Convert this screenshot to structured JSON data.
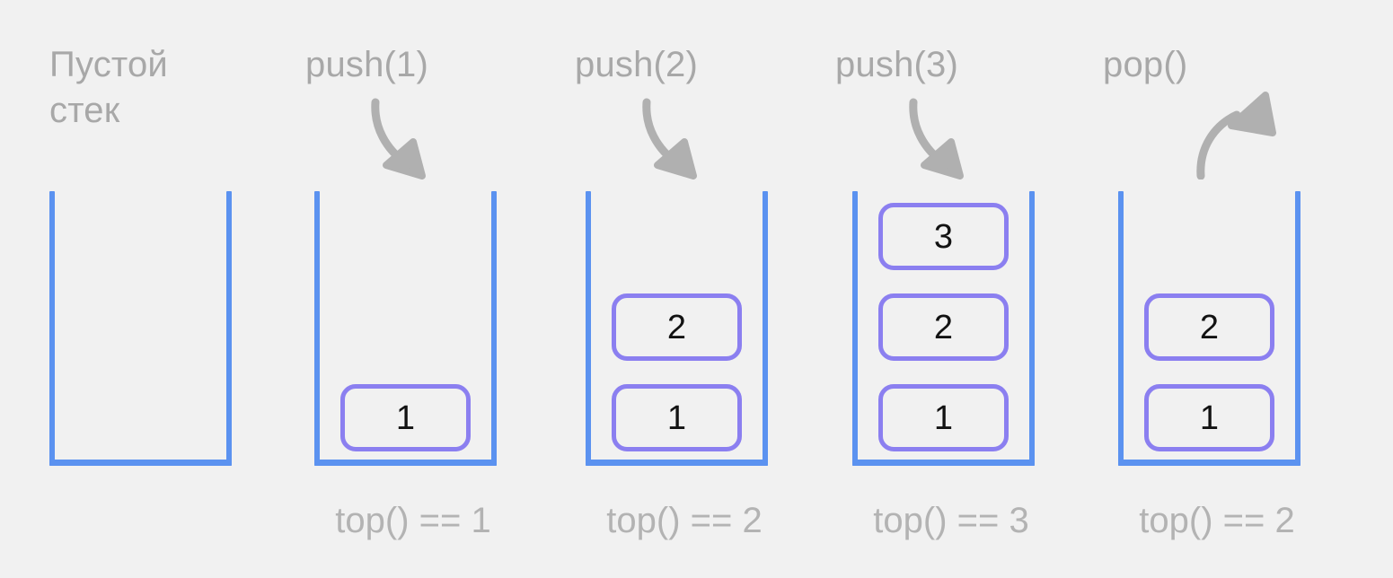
{
  "background_color": "#f1f1f1",
  "colors": {
    "container_border": "#5b92f0",
    "item_border": "#8b7ff0",
    "item_text": "#121212",
    "label_text": "#a8a8a8",
    "caption_text": "#b3b3b3",
    "arrow": "#b0b0b0"
  },
  "columns": [
    {
      "id": "empty-stack",
      "label": "Пустой\nстек",
      "arrow": "none",
      "items": [],
      "caption": ""
    },
    {
      "id": "push-1",
      "label": "push(1)",
      "arrow": "push-down-right-arrow-icon",
      "items": [
        "1"
      ],
      "caption": "top() == 1"
    },
    {
      "id": "push-2",
      "label": "push(2)",
      "arrow": "push-down-right-arrow-icon",
      "items": [
        "1",
        "2"
      ],
      "caption": "top() == 2"
    },
    {
      "id": "push-3",
      "label": "push(3)",
      "arrow": "push-down-right-arrow-icon",
      "items": [
        "1",
        "2",
        "3"
      ],
      "caption": "top() == 3"
    },
    {
      "id": "pop",
      "label": "pop()",
      "arrow": "pop-up-right-arrow-icon",
      "items": [
        "1",
        "2"
      ],
      "caption": "top() == 2"
    }
  ]
}
